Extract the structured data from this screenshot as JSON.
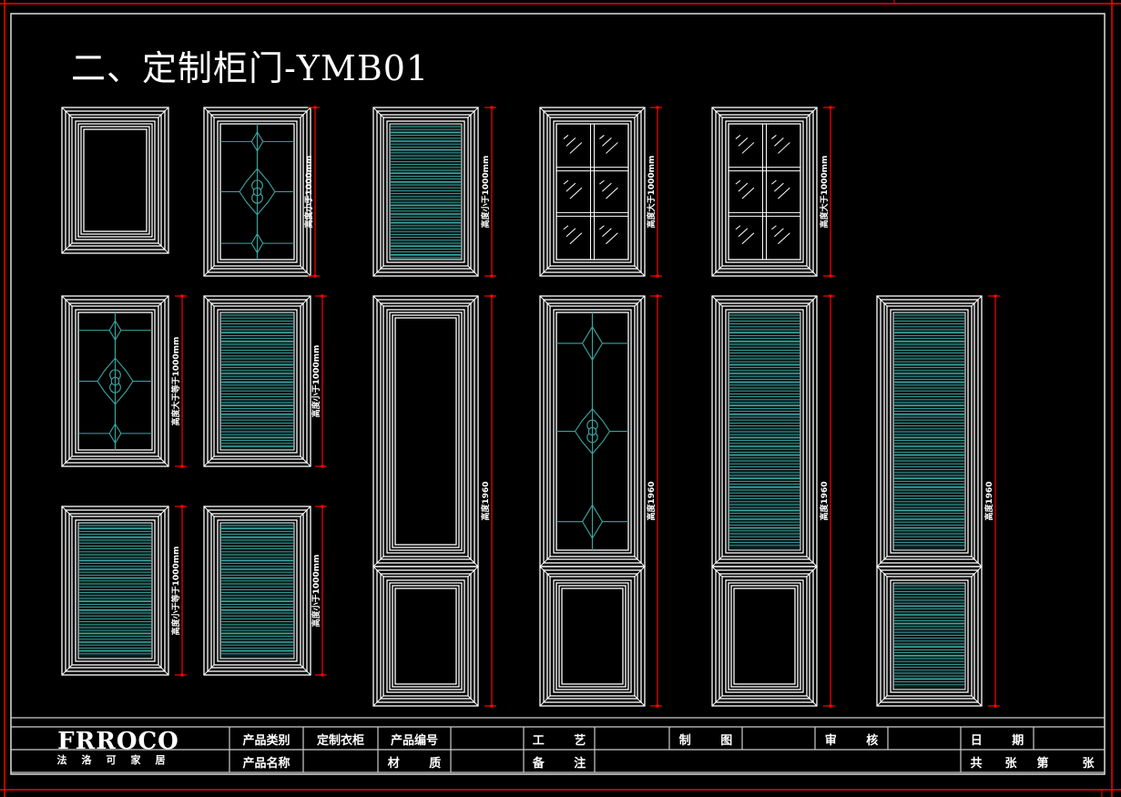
{
  "title": "二、定制柜门-YMB01",
  "colors": {
    "line": "#ffffff",
    "glass": "#3aa6a0",
    "dimension": "#ff0000",
    "background": "#000000"
  },
  "doors": [
    {
      "type": "plain",
      "label": ""
    },
    {
      "type": "leaded",
      "label": "高度小于1000mm"
    },
    {
      "type": "louver",
      "label": "高度小于1000mm"
    },
    {
      "type": "grid",
      "label": "高度大于1000mm"
    },
    {
      "type": "grid",
      "label": "高度大于1000mm"
    },
    {
      "type": "leaded",
      "label": "高度大于等于1000mm"
    },
    {
      "type": "louver",
      "label": "高度小于1000mm"
    },
    {
      "type": "louver",
      "label": "高度小于等于1000mm"
    },
    {
      "type": "louver",
      "label": "高度小于1000mm"
    },
    {
      "type": "tall-plain",
      "label": "高度1960"
    },
    {
      "type": "tall-leaded",
      "label": "高度1960"
    },
    {
      "type": "tall-louver",
      "label": "高度1960"
    },
    {
      "type": "tall-louver-louver",
      "label": "高度1960"
    }
  ],
  "title_block": {
    "logo_main": "FRROCO",
    "logo_sub": "法洛可家居",
    "product_category_label": "产品类别",
    "product_category_value": "定制衣柜",
    "product_number_label": "产品编号",
    "process_label": "工 艺",
    "drawing_label": "制 图",
    "review_label": "审 核",
    "date_label": "日 期",
    "product_name_label": "产品名称",
    "material_label": "材 质",
    "remarks_label": "备 注",
    "sheet_total_label": "共",
    "sheet_unit_label": "张",
    "sheet_number_label": "第",
    "sheet_unit2_label": "张"
  }
}
